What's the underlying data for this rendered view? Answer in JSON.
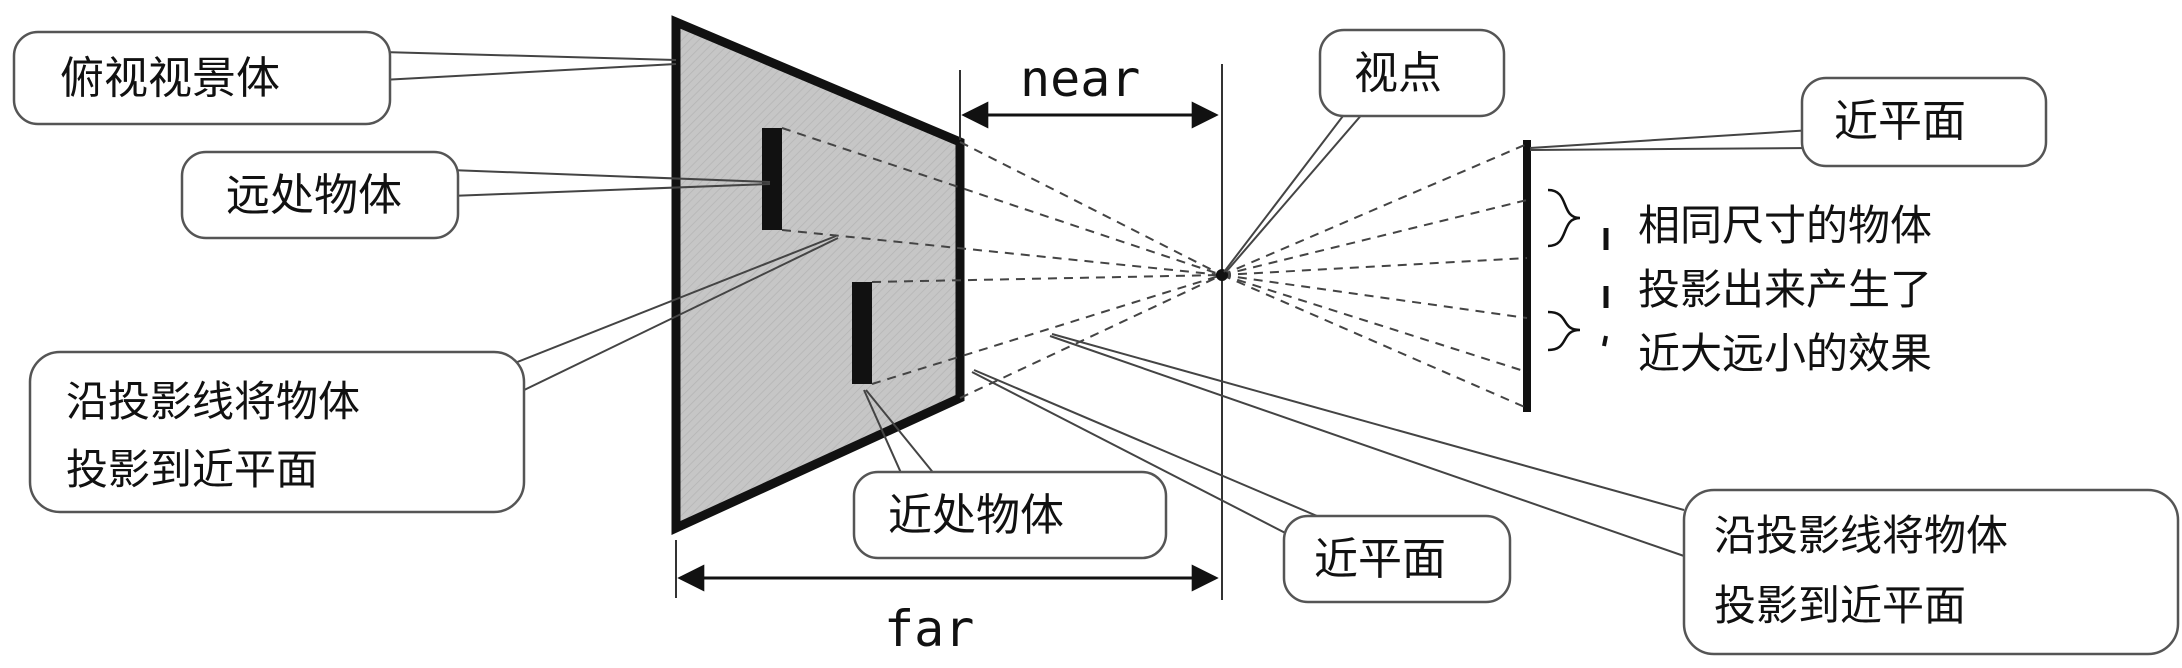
{
  "labels": {
    "frustum": "俯视视景体",
    "far_object": "远处物体",
    "project_left_line1": "沿投影线将物体",
    "project_left_line2": "投影到近平面",
    "near_object": "近处物体",
    "near_plane_bottom": "近平面",
    "near": "near",
    "far": "far",
    "viewpoint": "视点",
    "near_plane_right": "近平面",
    "effect_line1": "相同尺寸的物体",
    "effect_line2": "投影出来产生了",
    "effect_line3": "近大远小的效果",
    "project_right_line1": "沿投影线将物体",
    "project_right_line2": "投影到近平面"
  },
  "colors": {
    "frustum_fill": "#c6c6c6",
    "stroke": "#111111",
    "box_stroke": "#555555"
  }
}
